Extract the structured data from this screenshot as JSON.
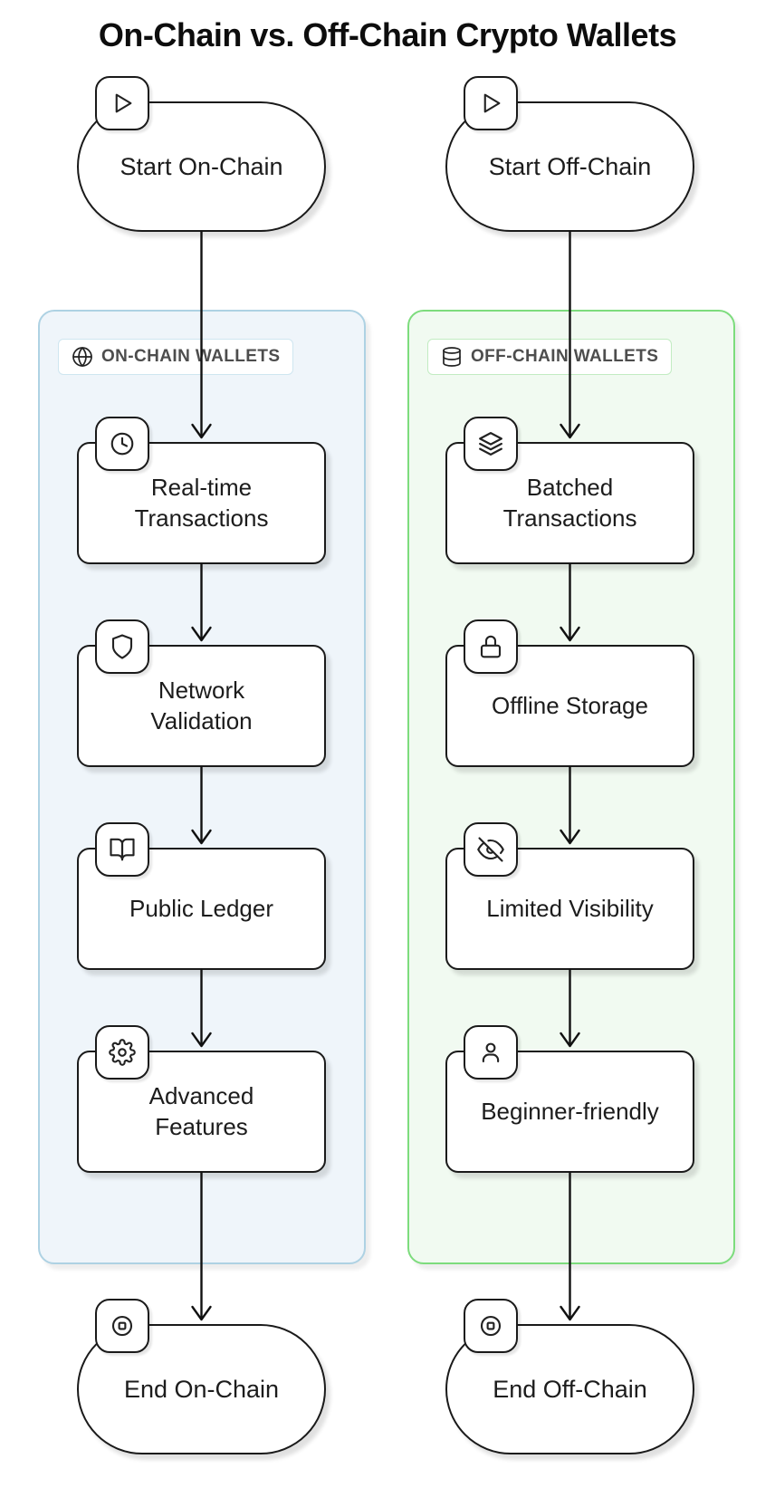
{
  "title": "On-Chain vs. Off-Chain Crypto Wallets",
  "colors": {
    "on_border": "#aed2e3",
    "on_fill": "#eff5fa",
    "off_border": "#7ddc7d",
    "off_fill": "#f1faf1",
    "ink": "#1c1c1c",
    "label_text": "#4d4d4d"
  },
  "columns": [
    {
      "id": "on-chain",
      "start": "Start On-Chain",
      "end": "End On-Chain",
      "start_icon": "play-icon",
      "end_icon": "stop-icon",
      "container": {
        "label": "ON-CHAIN WALLETS",
        "icon": "globe-icon"
      },
      "steps": [
        {
          "label": "Real-time Transactions",
          "icon": "clock-icon"
        },
        {
          "label": "Network Validation",
          "icon": "shield-icon"
        },
        {
          "label": "Public Ledger",
          "icon": "book-open-icon"
        },
        {
          "label": "Advanced Features",
          "icon": "gear-icon"
        }
      ]
    },
    {
      "id": "off-chain",
      "start": "Start Off-Chain",
      "end": "End Off-Chain",
      "start_icon": "play-icon",
      "end_icon": "stop-icon",
      "container": {
        "label": "OFF-CHAIN WALLETS",
        "icon": "database-icon"
      },
      "steps": [
        {
          "label": "Batched Transactions",
          "icon": "layers-icon"
        },
        {
          "label": "Offline Storage",
          "icon": "lock-icon"
        },
        {
          "label": "Limited Visibility",
          "icon": "eye-off-icon"
        },
        {
          "label": "Beginner-friendly",
          "icon": "user-icon"
        }
      ]
    }
  ]
}
